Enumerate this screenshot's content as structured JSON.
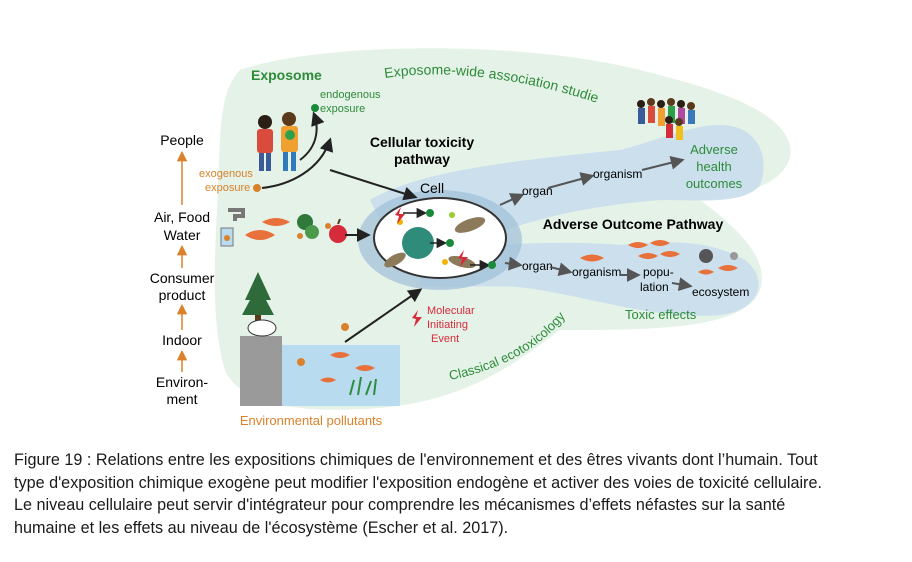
{
  "colors": {
    "green_text": "#2e8b3a",
    "orange_text": "#d9822b",
    "blue_bg": "#cfe1ee",
    "green_bg": "#e3f1e6",
    "arrow_gray": "#666666",
    "red": "#d62b3a",
    "fish": "#e8703a"
  },
  "levels": {
    "people": "People",
    "air_food_1": "Air, Food",
    "air_food_2": "Water",
    "consumer_1": "Consumer",
    "consumer_2": "product",
    "indoor": "Indoor",
    "environment_1": "Environ-",
    "environment_2": "ment"
  },
  "labels": {
    "exposome": "Exposome",
    "endogenous_1": "endogenous",
    "endogenous_2": "exposure",
    "exogenous_1": "exogenous",
    "exogenous_2": "exposure",
    "ewas": "Exposome-wide association studies",
    "cell_tox_1": "Cellular toxicity",
    "cell_tox_2": "pathway",
    "cell": "Cell",
    "organ_top": "organ",
    "organism_top": "organism",
    "adverse_1": "Adverse",
    "adverse_2": "health",
    "adverse_3": "outcomes",
    "aop": "Adverse Outcome Pathway",
    "organ_bottom": "organ",
    "organism_bottom": "organism",
    "population_1": "popu-",
    "population_2": "lation",
    "ecosystem": "ecosystem",
    "toxic_effects": "Toxic effects",
    "mie_1": "Molecular",
    "mie_2": "Initiating",
    "mie_3": "Event",
    "classical_eco": "Classical ecotoxicology",
    "env_pollutants": "Environmental pollutants"
  },
  "caption": {
    "line1": "Figure 19 : Relations entre les expositions chimiques de l'environnement et des êtres vivants dont l’humain. Tout",
    "line2": "type d'exposition chimique exogène peut modifier l'exposition endogène et activer des voies de toxicité cellulaire.",
    "line3": "Le niveau cellulaire peut servir d'intégrateur pour comprendre les mécanismes d’effets néfastes sur la santé",
    "line4": "humaine et les effets au niveau de l'écosystème (Escher et al. 2017)."
  }
}
